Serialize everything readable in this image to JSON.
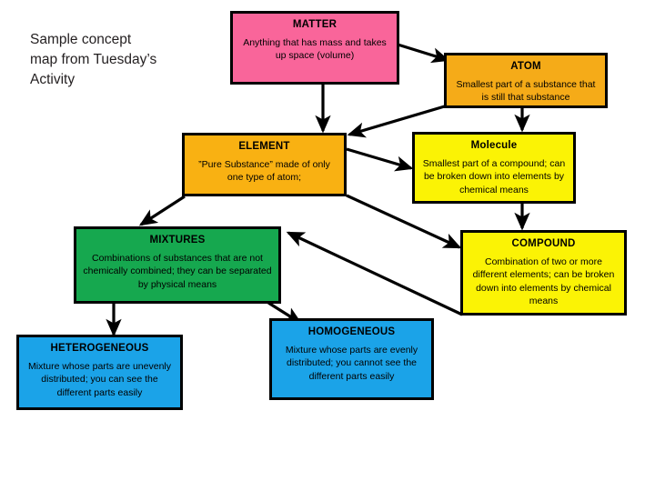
{
  "caption": {
    "text": "Sample concept\nmap from Tuesday’s\nActivity"
  },
  "colors": {
    "matter": "#f9659a",
    "atom": "#f5ab18",
    "element": "#f9b112",
    "molecule": "#fbf305",
    "compound": "#fbf305",
    "mixtures": "#16a84f",
    "heterogeneous": "#1ba3e8",
    "homogeneous": "#1ba3e8",
    "border": "#000000",
    "arrow": "#000000",
    "background": "#ffffff",
    "text": "#000000"
  },
  "nodes": [
    {
      "id": "matter",
      "title": "MATTER",
      "body": "Anything that has mass and takes up space (volume)"
    },
    {
      "id": "atom",
      "title": "ATOM",
      "body": "Smallest part of a substance that is still that substance"
    },
    {
      "id": "element",
      "title": "ELEMENT",
      "body": "”Pure Substance” made of only one type of atom;"
    },
    {
      "id": "molecule",
      "title": "Molecule",
      "body": "Smallest part of a compound; can be broken down into elements by chemical means"
    },
    {
      "id": "mixtures",
      "title": "MIXTURES",
      "body": "Combinations of substances that are not chemically combined; they can be separated by physical means"
    },
    {
      "id": "compound",
      "title": "COMPOUND",
      "body": "Combination of two or more different elements; can be broken down into elements by chemical means"
    },
    {
      "id": "heterogeneous",
      "title": "HETEROGENEOUS",
      "body": "Mixture whose parts are unevenly distributed; you can see the different parts easily"
    },
    {
      "id": "homogeneous",
      "title": "HOMOGENEOUS",
      "body": "Mixture whose parts are evenly distributed; you cannot see the different parts easily"
    }
  ],
  "edges": [
    {
      "id": "matter-to-atom",
      "from": "matter",
      "to": "atom"
    },
    {
      "id": "matter-to-element",
      "from": "matter",
      "to": "element"
    },
    {
      "id": "atom-to-element",
      "from": "atom",
      "to": "element"
    },
    {
      "id": "atom-to-molecule",
      "from": "atom",
      "to": "molecule"
    },
    {
      "id": "element-to-molecule",
      "from": "element",
      "to": "molecule"
    },
    {
      "id": "element-to-mixtures",
      "from": "element",
      "to": "mixtures"
    },
    {
      "id": "element-to-compound",
      "from": "element",
      "to": "compound"
    },
    {
      "id": "molecule-to-compound",
      "from": "molecule",
      "to": "compound"
    },
    {
      "id": "compound-to-mixtures",
      "from": "compound",
      "to": "mixtures"
    },
    {
      "id": "mixtures-to-heterogeneous",
      "from": "mixtures",
      "to": "heterogeneous"
    },
    {
      "id": "mixtures-to-homogeneous",
      "from": "mixtures",
      "to": "homogeneous"
    }
  ]
}
